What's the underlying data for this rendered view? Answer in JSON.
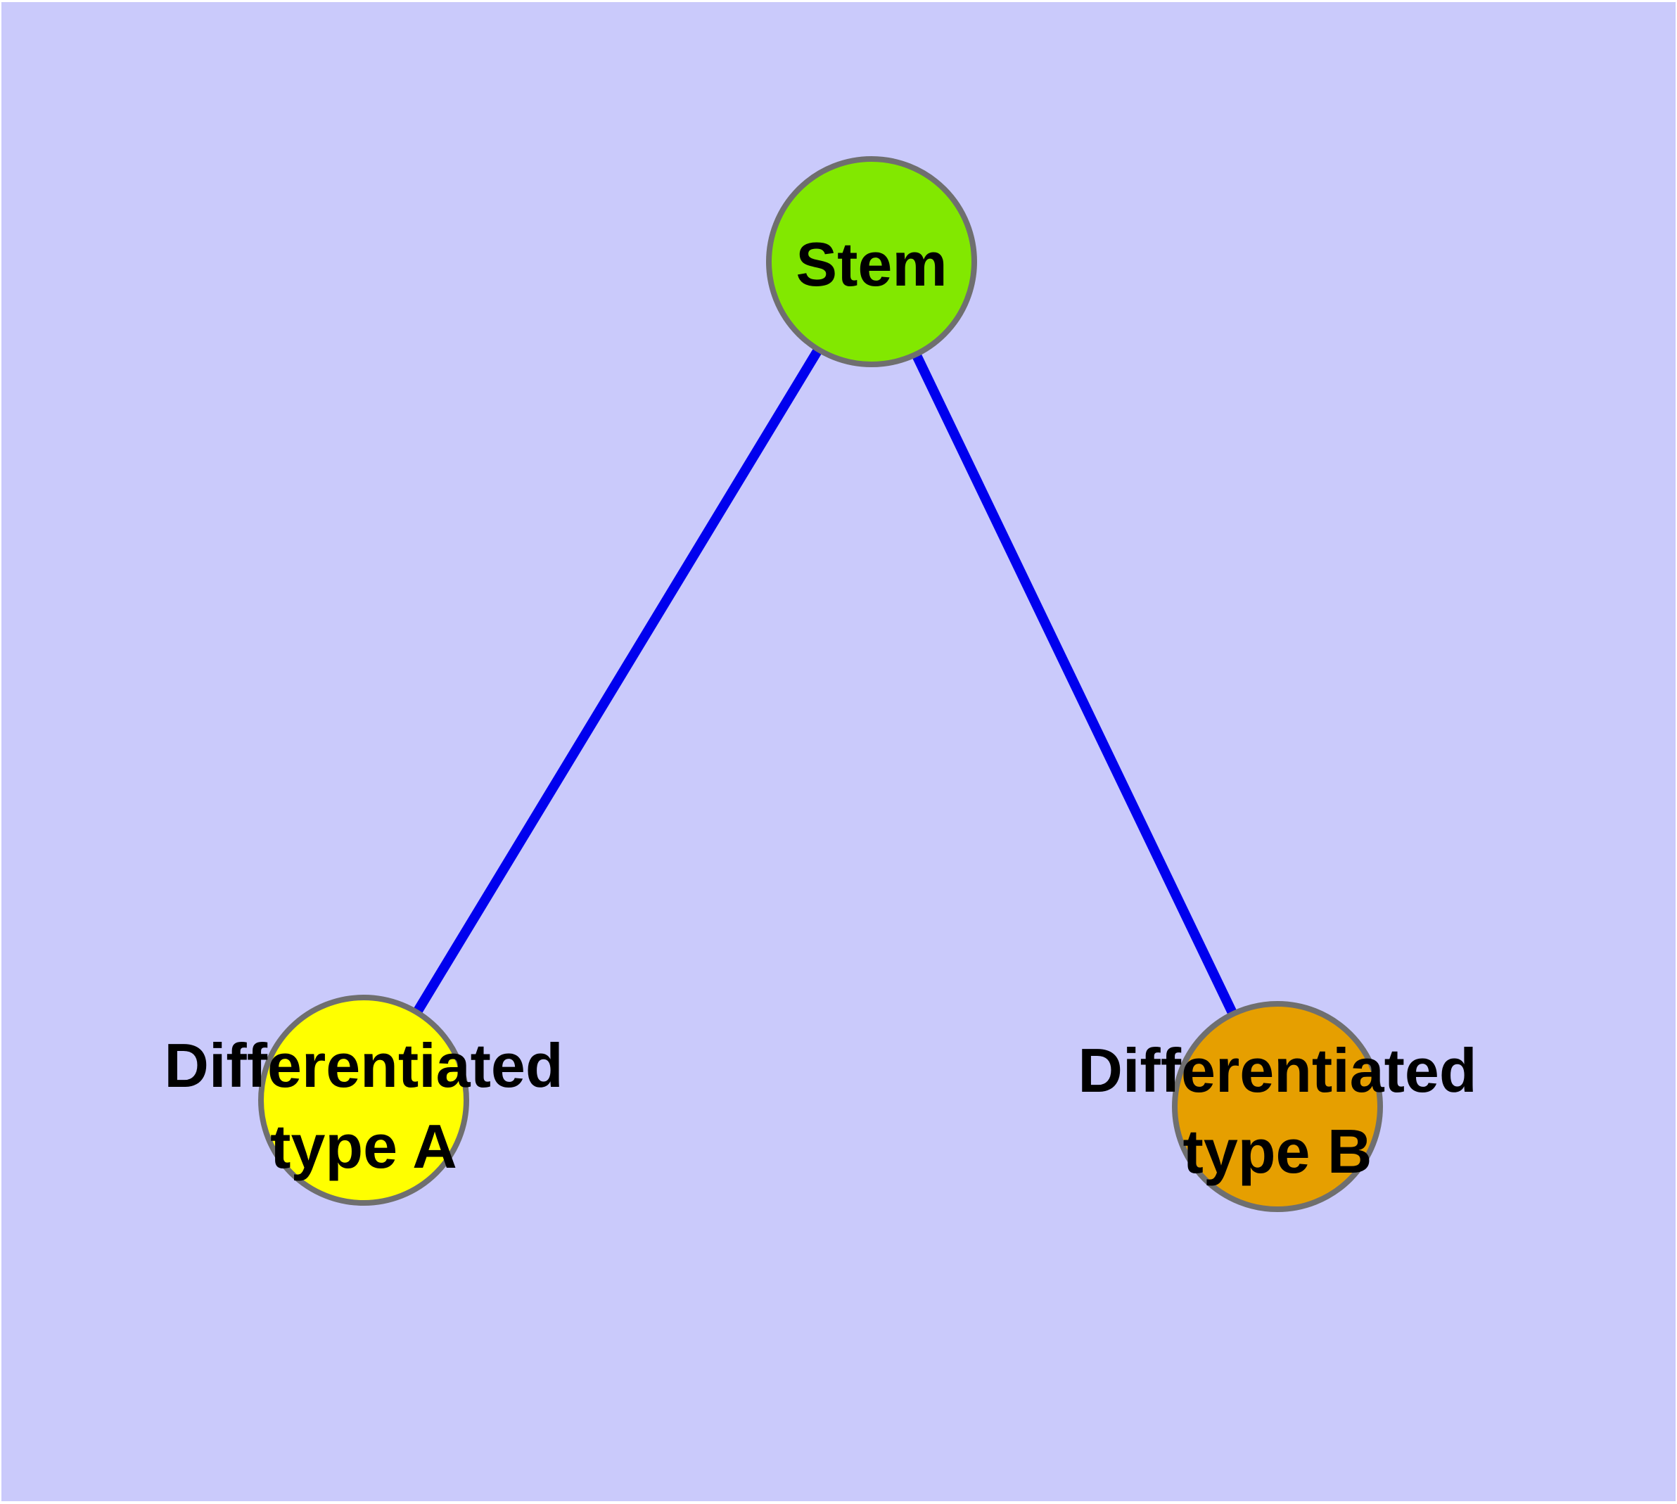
{
  "diagram": {
    "title": "",
    "background_color": "#CACAFB",
    "frame_color": "#FFFFFF",
    "edge_color": "#0000EE",
    "node_border_color": "#6F6F6F",
    "label_color": "#000000",
    "nodes": {
      "stem": {
        "label": "Stem",
        "color": "#82E800"
      },
      "type_a": {
        "label_line1": "Differentiated",
        "label_line2": "type A",
        "color": "#FFFF00"
      },
      "type_b": {
        "label_line1": "Differentiated",
        "label_line2": "type B",
        "color": "#E69F00"
      }
    },
    "edges": [
      {
        "from": "Stem",
        "to": "Differentiated type A"
      },
      {
        "from": "Stem",
        "to": "Differentiated type B"
      }
    ]
  }
}
